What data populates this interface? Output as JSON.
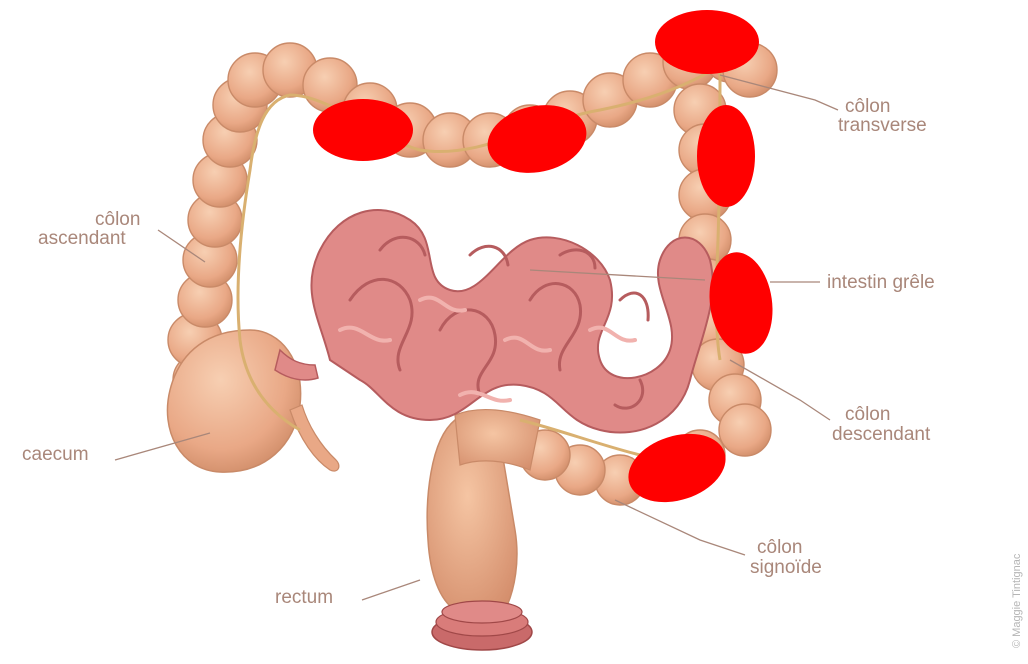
{
  "labels": {
    "colon_transverse": [
      "côlon",
      "transverse"
    ],
    "colon_ascendant": [
      "côlon",
      "ascendant"
    ],
    "intestin_grele": "intestin grêle",
    "colon_descendant": [
      "côlon",
      "descendant"
    ],
    "caecum": "caecum",
    "colon_sigmoide": [
      "côlon",
      "signoïde"
    ],
    "rectum": "rectum"
  },
  "credit": "© Maggie Tintignac",
  "colors": {
    "colon": "#ecae8c",
    "colon_shadow": "#c98a68",
    "small_intestine": "#e08a88",
    "small_intestine_dark": "#b65c5e",
    "vessel": "#d9b070",
    "label": "#a9877a",
    "marker": "#ff0000"
  }
}
